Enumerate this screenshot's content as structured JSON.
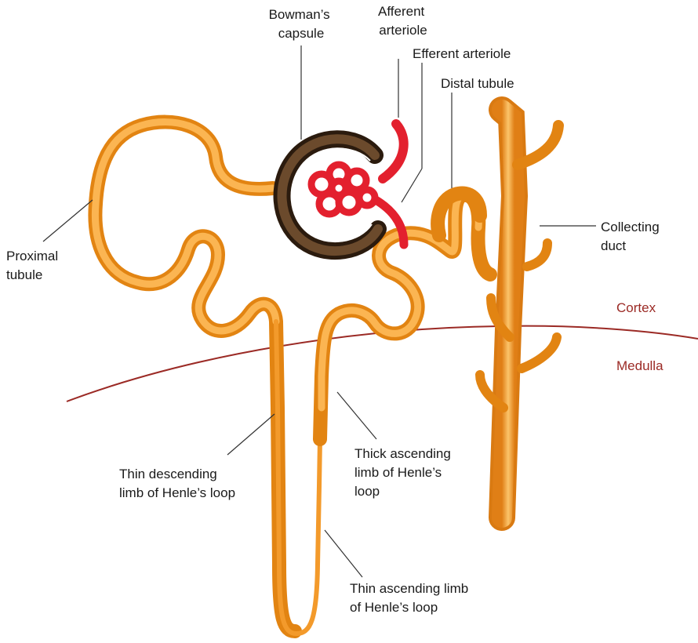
{
  "labels": {
    "bowmans_capsule": [
      "Bowman’s",
      "capsule"
    ],
    "afferent_arteriole": [
      "Afferent",
      "arteriole"
    ],
    "efferent_arteriole": [
      "Efferent arteriole"
    ],
    "distal_tubule": [
      "Distal tubule"
    ],
    "collecting_duct": [
      "Collecting",
      "duct"
    ],
    "proximal_tubule": [
      "Proximal",
      "tubule"
    ],
    "cortex": "Cortex",
    "medulla": "Medulla",
    "thin_descending": [
      "Thin descending",
      "limb of Henle’s loop"
    ],
    "thick_ascending": [
      "Thick ascending",
      "limb of Henle’s",
      "loop"
    ],
    "thin_ascending": [
      "Thin ascending limb",
      "of Henle’s loop"
    ]
  },
  "colors": {
    "tubule": "#f39a2b",
    "tubule_light": "#fbc56b",
    "tubule_dark": "#d97a12",
    "capsule": "#4a3320",
    "blood": "#e3202e",
    "boundary": "#9b2a25",
    "zone_text": "#9b2a25"
  }
}
